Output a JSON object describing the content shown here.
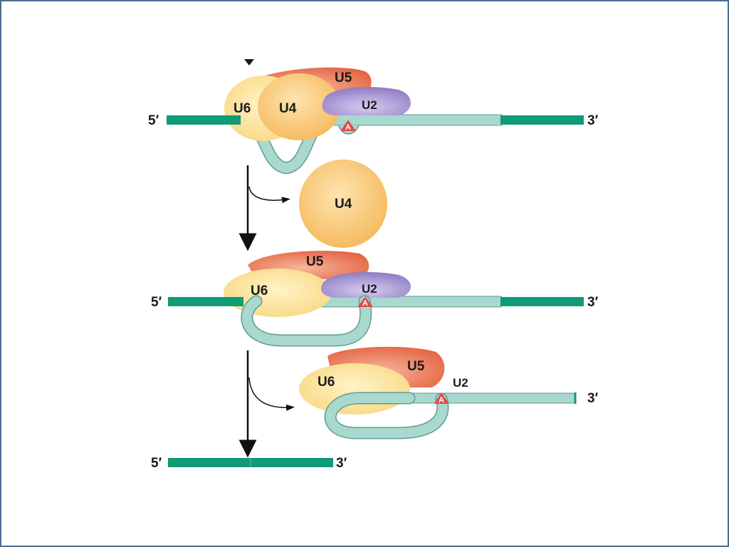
{
  "labels": {
    "five_prime": "5′",
    "three_prime": "3′",
    "u2": "U2",
    "u4": "U4",
    "u5": "U5",
    "u6": "U6",
    "branch_point": "A"
  },
  "colors": {
    "exon": "#0f9a78",
    "intron": "#a9d8cf",
    "intron_edge": "#5e9d90",
    "u4": "#f8c77a",
    "u6": "#fbe29c",
    "u5": "#ee8160",
    "u2": "#9f8ed0",
    "branch_point": "#e04b4b",
    "frame": "#4a6f8f"
  }
}
